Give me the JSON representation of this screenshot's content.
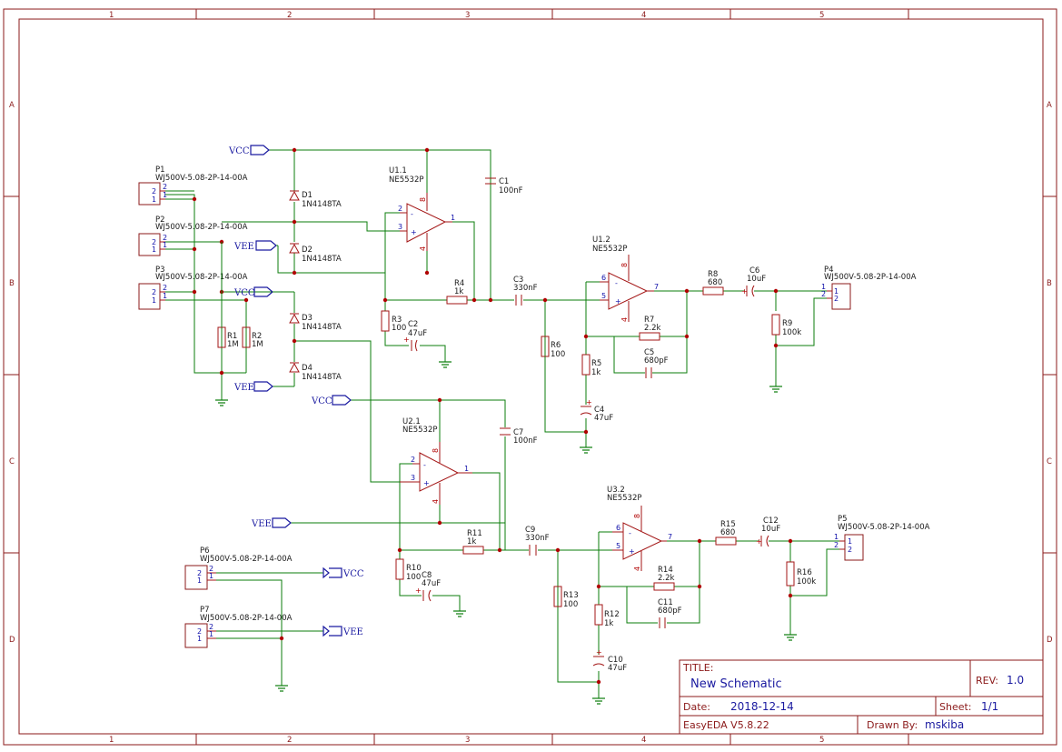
{
  "border": {
    "columns": [
      "1",
      "2",
      "3",
      "4",
      "5"
    ],
    "rows": [
      "A",
      "B",
      "C",
      "D"
    ]
  },
  "title_block": {
    "title_label": "TITLE:",
    "title": "New Schematic",
    "rev_label": "REV:",
    "rev": "1.0",
    "date_label": "Date:",
    "date": "2018-12-14",
    "sheet_label": "Sheet:",
    "sheet": "1/1",
    "tool": "EasyEDA V5.8.22",
    "drawn_label": "Drawn By:",
    "drawn_by": "mskiba"
  },
  "nets": {
    "vcc": "VCC",
    "vee": "VEE"
  },
  "components": {
    "p1": {
      "ref": "P1",
      "value": "WJ500V-5.08-2P-14-00A"
    },
    "p2": {
      "ref": "P2",
      "value": "WJ500V-5.08-2P-14-00A"
    },
    "p3": {
      "ref": "P3",
      "value": "WJ500V-5.08-2P-14-00A"
    },
    "p4": {
      "ref": "P4",
      "value": "WJ500V-5.08-2P-14-00A"
    },
    "p5": {
      "ref": "P5",
      "value": "WJ500V-5.08-2P-14-00A"
    },
    "p6": {
      "ref": "P6",
      "value": "WJ500V-5.08-2P-14-00A"
    },
    "p7": {
      "ref": "P7",
      "value": "WJ500V-5.08-2P-14-00A"
    },
    "d1": {
      "ref": "D1",
      "value": "1N4148TA"
    },
    "d2": {
      "ref": "D2",
      "value": "1N4148TA"
    },
    "d3": {
      "ref": "D3",
      "value": "1N4148TA"
    },
    "d4": {
      "ref": "D4",
      "value": "1N4148TA"
    },
    "u11": {
      "ref": "U1.1",
      "value": "NE5532P"
    },
    "u12": {
      "ref": "U1.2",
      "value": "NE5532P"
    },
    "u21": {
      "ref": "U2.1",
      "value": "NE5532P"
    },
    "u32": {
      "ref": "U3.2",
      "value": "NE5532P"
    },
    "c1": {
      "ref": "C1",
      "value": "100nF"
    },
    "c2": {
      "ref": "C2",
      "value": "47uF"
    },
    "c3": {
      "ref": "C3",
      "value": "330nF"
    },
    "c4": {
      "ref": "C4",
      "value": "47uF"
    },
    "c5": {
      "ref": "C5",
      "value": "680pF"
    },
    "c6": {
      "ref": "C6",
      "value": "10uF"
    },
    "c7": {
      "ref": "C7",
      "value": "100nF"
    },
    "c8": {
      "ref": "C8",
      "value": "47uF"
    },
    "c9": {
      "ref": "C9",
      "value": "330nF"
    },
    "c10": {
      "ref": "C10",
      "value": "47uF"
    },
    "c11": {
      "ref": "C11",
      "value": "680pF"
    },
    "c12": {
      "ref": "C12",
      "value": "10uF"
    },
    "r1": {
      "ref": "R1",
      "value": "1M"
    },
    "r2": {
      "ref": "R2",
      "value": "1M"
    },
    "r3": {
      "ref": "R3",
      "value": "100"
    },
    "r4": {
      "ref": "R4",
      "value": "1k"
    },
    "r5": {
      "ref": "R5",
      "value": "1k"
    },
    "r6": {
      "ref": "R6",
      "value": "100"
    },
    "r7": {
      "ref": "R7",
      "value": "2.2k"
    },
    "r8": {
      "ref": "R8",
      "value": "680"
    },
    "r9": {
      "ref": "R9",
      "value": "100k"
    },
    "r10": {
      "ref": "R10",
      "value": "100"
    },
    "r11": {
      "ref": "R11",
      "value": "1k"
    },
    "r12": {
      "ref": "R12",
      "value": "1k"
    },
    "r13": {
      "ref": "R13",
      "value": "100"
    },
    "r14": {
      "ref": "R14",
      "value": "2.2k"
    },
    "r15": {
      "ref": "R15",
      "value": "680"
    },
    "r16": {
      "ref": "R16",
      "value": "100k"
    }
  },
  "pins": {
    "p1": "1",
    "p2": "2",
    "p3": "3",
    "p4": "4",
    "p5": "5",
    "p6": "6",
    "p7": "7",
    "p8": "8",
    "minus": "-",
    "plus": "+"
  }
}
